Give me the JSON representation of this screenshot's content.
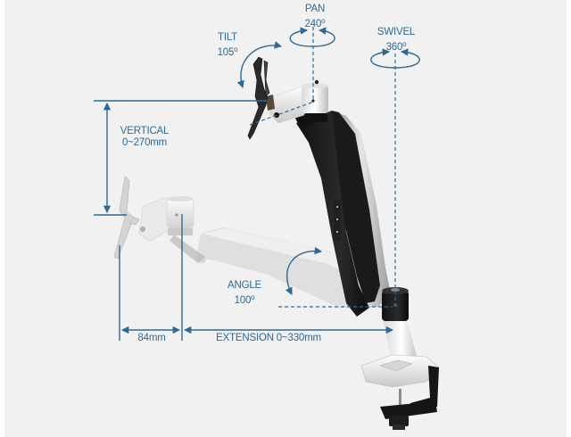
{
  "diagram": {
    "subject": "Gas spring monitor arm with desk clamp",
    "accent_color": "#2c6a96",
    "background_color": "#f1f1f1",
    "annotations": {
      "pan": {
        "title": "PAN",
        "value": "240",
        "unit": "o"
      },
      "tilt": {
        "title": "TILT",
        "value": "105",
        "unit": "o"
      },
      "swivel": {
        "title": "SWIVEL",
        "value": "360",
        "unit": "o"
      },
      "vertical": {
        "title": "VERTICAL",
        "value": "0~270mm"
      },
      "angle": {
        "title": "ANGLE",
        "value": "100",
        "unit": "o"
      },
      "offset": {
        "value": "84mm"
      },
      "extension": {
        "value": "EXTENSION 0~330mm"
      }
    },
    "components": [
      "vesa-plate-raised",
      "tilt-head-raised",
      "upper-arm-black",
      "vesa-plate-lowered",
      "tilt-head-lowered",
      "arm-lowered-ghost",
      "base-pivot",
      "post",
      "desk-clamp"
    ]
  }
}
